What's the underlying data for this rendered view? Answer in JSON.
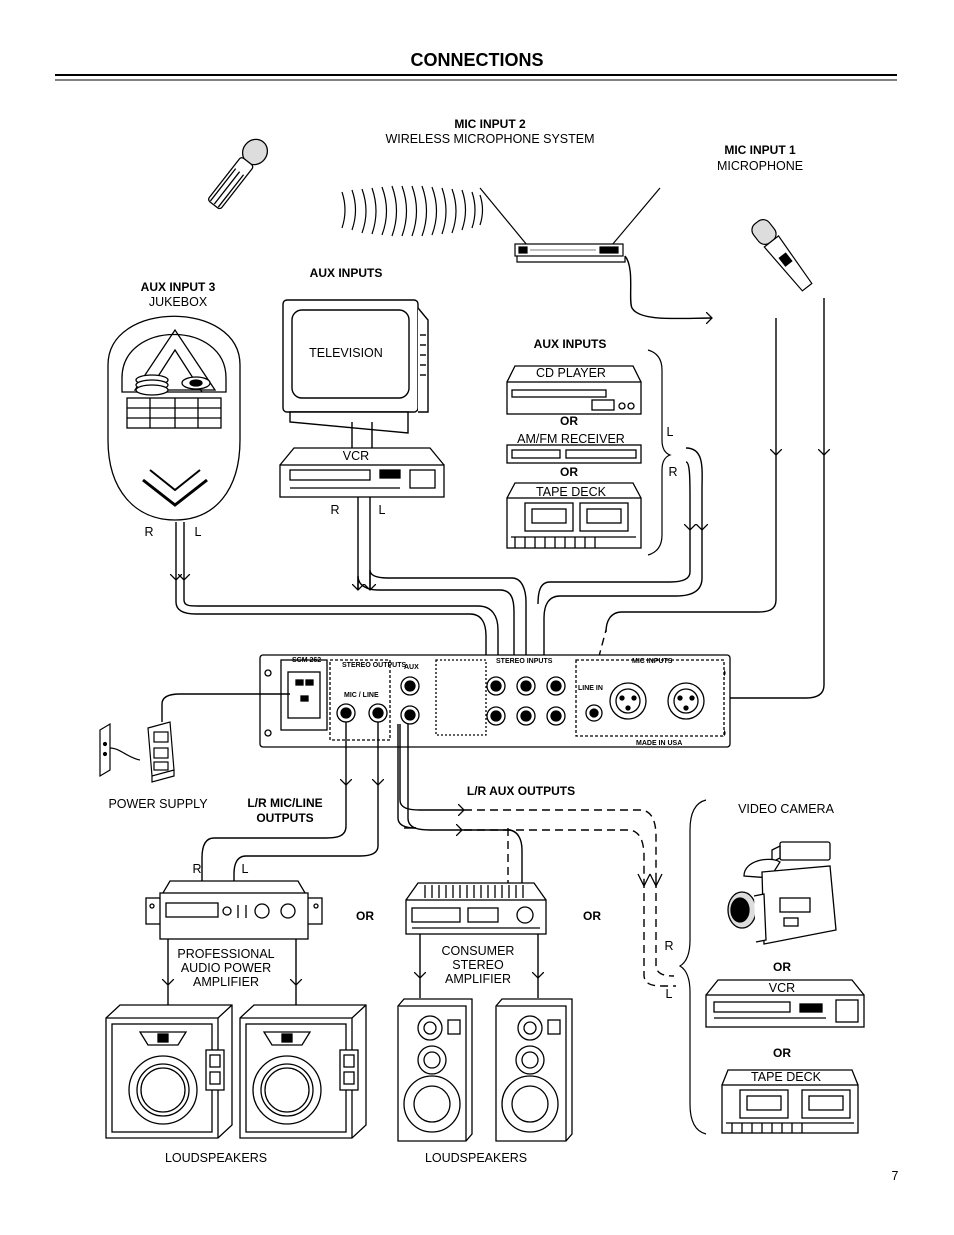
{
  "page": {
    "title": "CONNECTIONS",
    "number": "7"
  },
  "labels": {
    "mic2_heading": "MIC INPUT 2",
    "mic2_sub": "WIRELESS MICROPHONE SYSTEM",
    "mic1_heading": "MIC INPUT 1",
    "mic1_sub": "MICROPHONE",
    "aux3_heading": "AUX INPUT 3",
    "aux3_sub": "JUKEBOX",
    "aux_inputs_tv": "AUX INPUTS",
    "aux_inputs_right": "AUX INPUTS",
    "television": "TELEVISION",
    "vcr_top": "VCR",
    "cd_player": "CD PLAYER",
    "or_1": "OR",
    "am_fm": "AM/FM RECEIVER",
    "or_2": "OR",
    "tape_deck_top": "TAPE DECK",
    "brace_l": "L",
    "brace_r": "R",
    "jukebox_r": "R",
    "jukebox_l": "L",
    "vcr_r": "R",
    "vcr_l": "L",
    "power_supply": "POWER SUPPLY",
    "lr_mic_line_1": "L/R MIC/LINE",
    "lr_mic_line_2": "OUTPUTS",
    "lr_aux_outputs": "L/R AUX OUTPUTS",
    "video_camera": "VIDEO CAMERA",
    "amp_r": "R",
    "amp_l": "L",
    "or_amp_left": "OR",
    "or_amp_right": "OR",
    "pro_amp_1": "PROFESSIONAL",
    "pro_amp_2": "AUDIO POWER",
    "pro_amp_3": "AMPLIFIER",
    "cons_amp_1": "CONSUMER",
    "cons_amp_2": "STEREO",
    "cons_amp_3": "AMPLIFIER",
    "right_r": "R",
    "right_l": "L",
    "or_vcr": "OR",
    "vcr_bottom": "VCR",
    "or_tape": "OR",
    "tape_deck_bottom": "TAPE DECK",
    "loudspeakers_left": "LOUDSPEAKERS",
    "loudspeakers_right": "LOUDSPEAKERS"
  },
  "panel": {
    "model": "SCM 262",
    "stereo_outputs": "STEREO OUTPUTS",
    "mic_line": "MIC / LINE",
    "aux": "AUX",
    "stereo_inputs": "STEREO INPUTS",
    "mic_inputs": "MIC INPUTS",
    "line_in": "LINE IN",
    "made_in": "MADE IN USA"
  }
}
